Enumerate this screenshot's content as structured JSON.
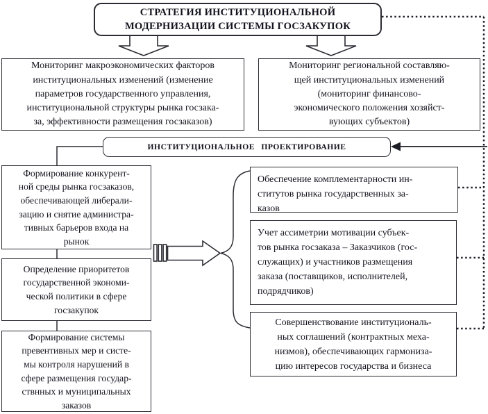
{
  "diagram": {
    "title_box": {
      "text": "СТРАТЕГИЯ ИНСТИТУЦИОНАЛЬНОЙ\nМОДЕРНИЗАЦИИ СИСТЕМЫ ГОСЗАКУПОК"
    },
    "monitoring": {
      "left": {
        "text": "Мониторинг макроэкономических факторов\nинституциональных изменений (изменение\nпараметров государственного управления,\nинституциональной структуры рынка госзака-\nза, эффективности размещения госзаказов)"
      },
      "right": {
        "text": "Мониторинг региональной составляю-\nщей институциональных изменений\n(мониторинг финансово-\nэкономического положения хозяйст-\nвующих субъектов)"
      }
    },
    "institutional_box": {
      "text": "ИНСТИТУЦИОНАЛЬНОЕ ПРОЕКТИРОВАНИЕ"
    },
    "left_column": [
      {
        "text": "Формирование конкурент-\nной среды рынка госзаказов,\nобеспечивающей либерали-\nзацию и снятие администра-\nтивных барьеров входа на\nрынок"
      },
      {
        "text": "Определение приоритетов\nгосударственной экономи-\nческой политики в сфере\nгосзакупок"
      },
      {
        "text": "Формирование системы\nпревентивных мер и систе-\nмы контроля нарушений в\nсфере размещения государ-\nствнных и муниципальных\nзаказов"
      }
    ],
    "right_column": [
      {
        "text": "Обеспечение комплементарности ин-\nститутов рынка государственных за-\nказов"
      },
      {
        "text": "Учет ассиметрии мотивации субъек-\nтов рынка госзаказа – Заказчиков (гос-\nслужащих) и участников размещения\nзаказа (поставщиков, исполнителей,\nподрядчиков)"
      },
      {
        "text": "Совершенствование институциональ-\nных соглашений (контрактных меха-\nнизмов), обеспечивающих гармониза-\nцию интересов государства и бизнеса"
      }
    ],
    "colors": {
      "ink": "#14141f",
      "line": "#2b2b33",
      "bg": "#ffffff"
    }
  }
}
